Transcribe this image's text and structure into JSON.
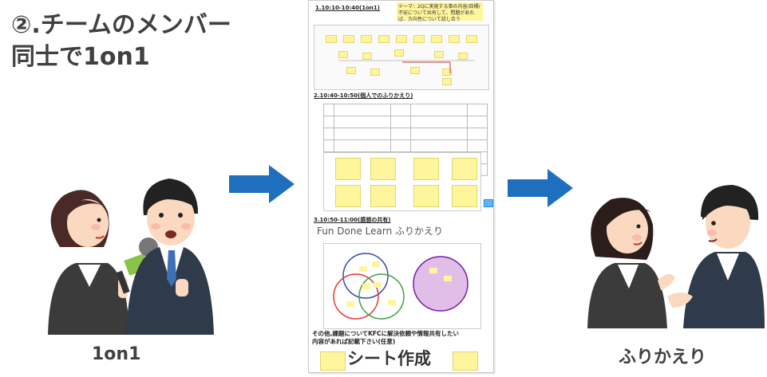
{
  "title": {
    "line1": "②.チームのメンバー",
    "line2": "同士で1on1"
  },
  "labels": {
    "left": "1on1",
    "right": "ふりかえり",
    "sheet": "シート作成"
  },
  "sheet": {
    "section1": "1.10:10-10:40(1on1)",
    "theme": "テーマ：2Qに実施する事の内容/目標/不安について共有して、問題があれば、方向性について話し合う",
    "section2": "2.10:40-10:50(個人でのふりかえり)",
    "section3": "3.10:50-11:00(感想の共有)",
    "fdl_title": "Fun Done Learn ふりかえり",
    "other_line1": "その他,課題についてKFCに解決依頼や情報共有したい",
    "other_line2": "内容があれば記載下さい(任意)"
  },
  "colors": {
    "arrow": "#1f6fbf",
    "sticky": "#fff59d",
    "text": "#404040"
  }
}
